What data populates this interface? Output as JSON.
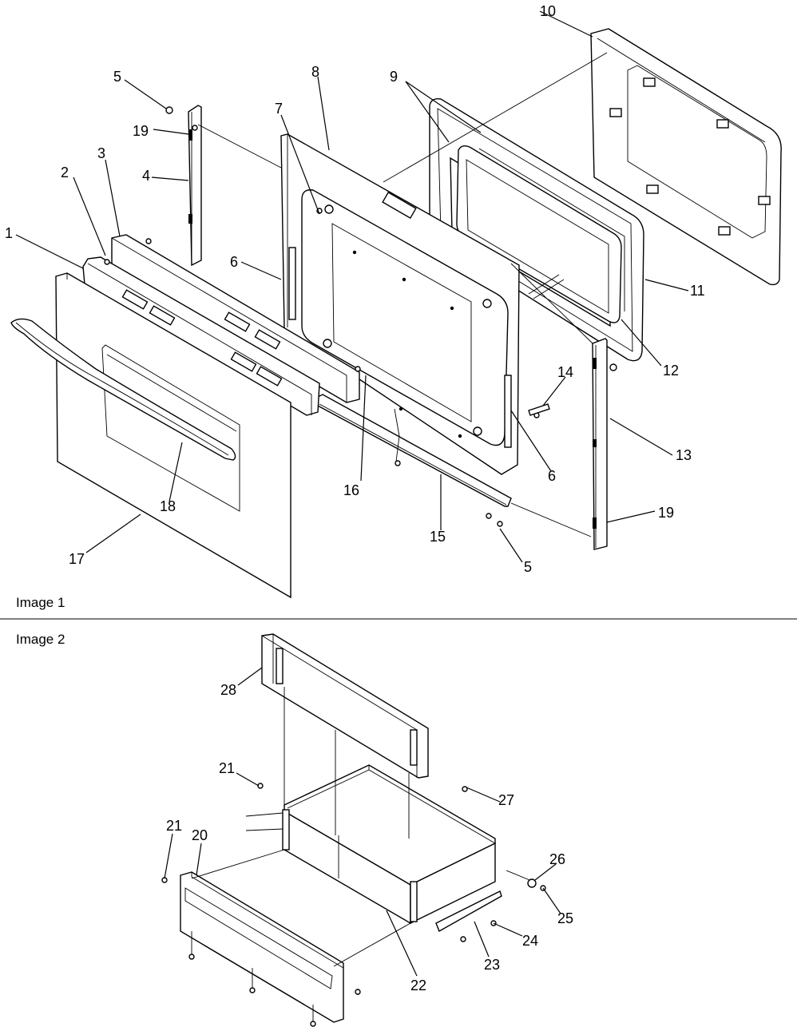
{
  "images": [
    {
      "caption": "Image 1",
      "callouts": [
        "1",
        "2",
        "3",
        "4",
        "5",
        "5",
        "6",
        "6",
        "7",
        "8",
        "9",
        "10",
        "11",
        "12",
        "13",
        "14",
        "15",
        "16",
        "17",
        "18",
        "19",
        "19"
      ]
    },
    {
      "caption": "Image 2",
      "callouts": [
        "20",
        "21",
        "21",
        "22",
        "23",
        "24",
        "25",
        "26",
        "27",
        "28"
      ]
    }
  ]
}
